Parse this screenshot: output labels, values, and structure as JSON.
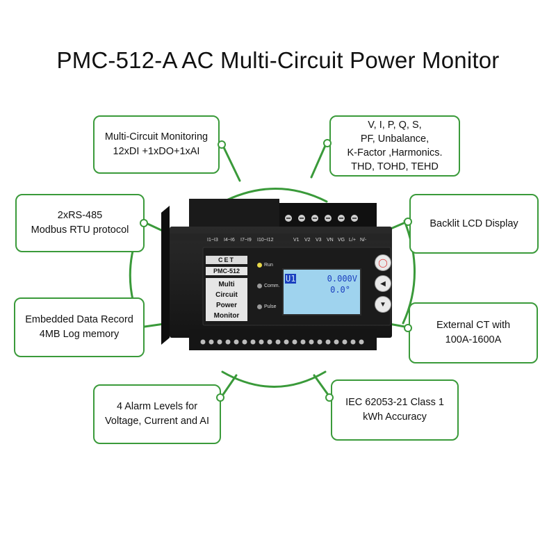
{
  "title": "PMC-512-A AC Multi-Circuit Power Monitor",
  "callouts": {
    "multi_circuit": [
      "Multi-Circuit Monitoring",
      "12xDI +1xDO+1xAI"
    ],
    "measurements": [
      "V, I, P, Q, S,",
      "PF, Unbalance,",
      "K-Factor ,Harmonics.",
      "THD, TOHD, TEHD"
    ],
    "rs485": [
      "2xRS-485",
      "Modbus RTU protocol"
    ],
    "lcd": [
      "Backlit LCD Display"
    ],
    "data_record": [
      "Embedded Data Record",
      "4MB Log memory"
    ],
    "ct": [
      "External CT with",
      "100A-1600A"
    ],
    "alarm": [
      "4 Alarm Levels for",
      "Voltage, Current and AI"
    ],
    "iec": [
      "IEC 62053-21 Class 1",
      "kWh Accuracy"
    ]
  },
  "device": {
    "model": "PMC-512",
    "name_lines": [
      "Multi",
      "Circuit",
      "Power",
      "Monitor"
    ],
    "brand": "CET",
    "indicators": [
      "Run",
      "Comm.",
      "Pulse"
    ],
    "lcd": {
      "channel": "U1",
      "voltage": "0.000V",
      "angle": "0.0°"
    },
    "top_labels_left": [
      "I1~I3",
      "I4~I6",
      "I7~I9",
      "I10~I12"
    ],
    "top_labels_right": [
      "V1",
      "V2",
      "V3",
      "VN",
      "VG",
      "L/+",
      "N/-"
    ],
    "colors": {
      "accent_green": "#3a9a3a",
      "lcd_bg": "#9fd3ee",
      "body": "#1e1e1e"
    }
  }
}
